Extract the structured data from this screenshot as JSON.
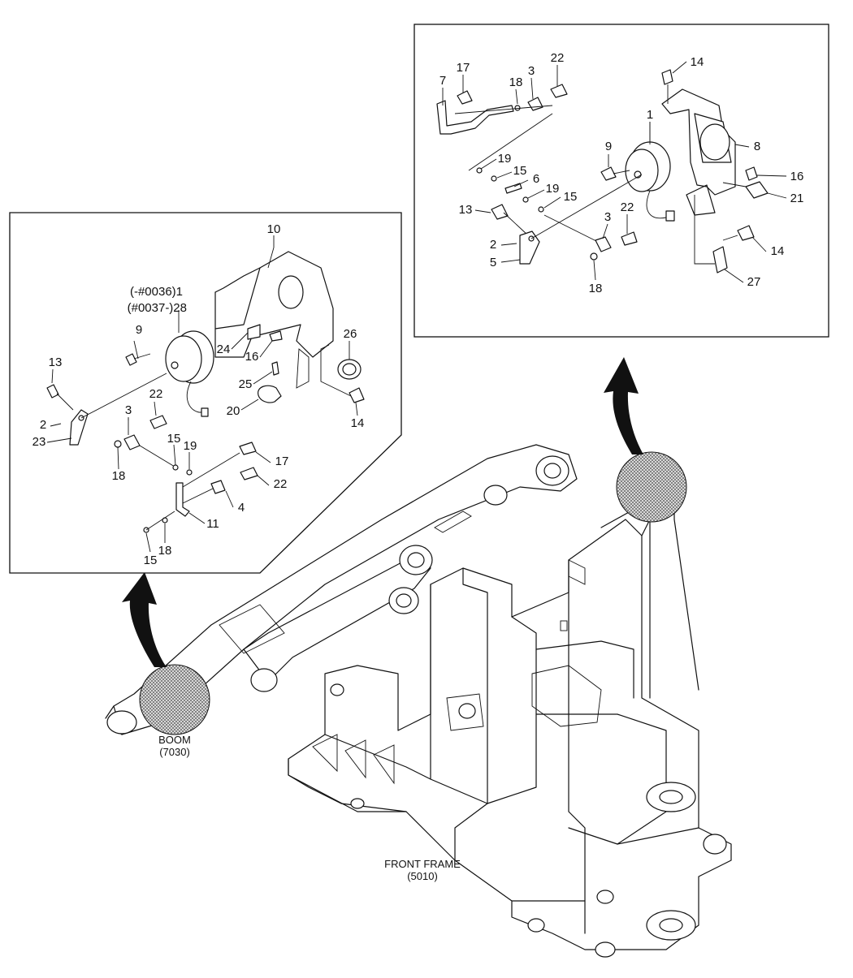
{
  "diagram": {
    "left_panel": {
      "label_code_early": "(-#0036)1",
      "label_code_late": "(#0037-)28",
      "callouts": [
        "10",
        "9",
        "13",
        "2",
        "23",
        "3",
        "22",
        "18",
        "15",
        "19",
        "17",
        "22",
        "4",
        "11",
        "15",
        "18",
        "24",
        "16",
        "25",
        "20",
        "26",
        "14"
      ]
    },
    "right_panel": {
      "callouts": [
        "7",
        "17",
        "18",
        "3",
        "22",
        "14",
        "1",
        "8",
        "9",
        "19",
        "15",
        "6",
        "19",
        "15",
        "13",
        "2",
        "5",
        "18",
        "3",
        "22",
        "16",
        "21",
        "14",
        "27"
      ]
    },
    "boom_label": "BOOM",
    "boom_code": "(7030)",
    "frame_label": "FRONT FRAME",
    "frame_code": "(5010)"
  }
}
